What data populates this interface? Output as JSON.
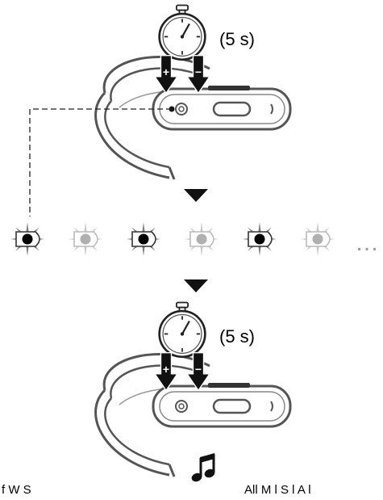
{
  "step_top": {
    "duration_label": "(5 s)",
    "plus_symbol": "+",
    "minus_symbol": "−"
  },
  "step_bottom": {
    "duration_label": "(5 s)",
    "plus_symbol": "+",
    "minus_symbol": "−"
  },
  "led_sequence": {
    "pattern": [
      "on",
      "off",
      "on",
      "off",
      "on",
      "off"
    ],
    "continuation": "…",
    "on_color": "#000000",
    "off_color": "#b0b0b0"
  },
  "footer_caption": {
    "left_fragment": "f   W  S",
    "right_fragment": "All M  l  S  l A  l"
  },
  "colors": {
    "ink": "#000000",
    "stroke": "#555555",
    "flash_gray": "#b8b8b8"
  }
}
